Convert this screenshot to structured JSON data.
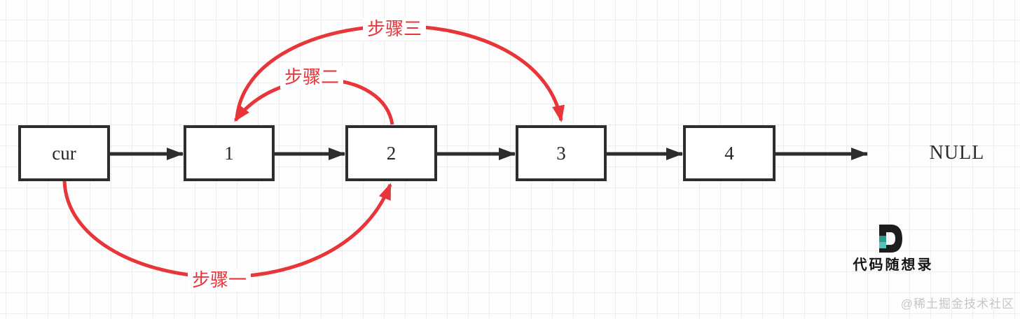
{
  "diagram": {
    "nodes": [
      {
        "id": "cur",
        "label": "cur"
      },
      {
        "id": "n1",
        "label": "1"
      },
      {
        "id": "n2",
        "label": "2"
      },
      {
        "id": "n3",
        "label": "3"
      },
      {
        "id": "n4",
        "label": "4"
      }
    ],
    "terminal_label": "NULL",
    "black_edges": [
      {
        "from": "cur",
        "to": "1"
      },
      {
        "from": "1",
        "to": "2"
      },
      {
        "from": "2",
        "to": "3"
      },
      {
        "from": "3",
        "to": "4"
      },
      {
        "from": "4",
        "to": "NULL"
      }
    ],
    "step_arrows": [
      {
        "label": "步骤一",
        "from": "cur",
        "to": "2",
        "shape": "bottom-arc"
      },
      {
        "label": "步骤二",
        "from": "2",
        "to": "1",
        "shape": "top-arc"
      },
      {
        "label": "步骤三",
        "from": "1",
        "to": "3",
        "shape": "top-arc-large"
      }
    ]
  },
  "watermark": {
    "logo_letter": "D",
    "site_name": "代码随想录",
    "community_credit": "@稀土掘金技术社区"
  },
  "colors": {
    "ink": "#2d2d2d",
    "step_red": "#e8353a",
    "logo_teal_dark": "#2a9d8f",
    "logo_teal_light": "#57c1b8",
    "grid_line": "#ececec",
    "canvas_bg": "#fdfdfd",
    "credit_gray": "#c6c6c6"
  }
}
